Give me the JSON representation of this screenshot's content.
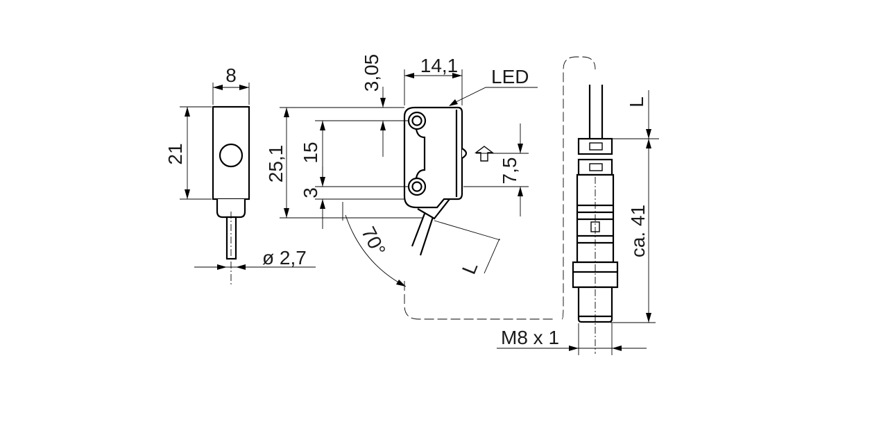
{
  "labels": {
    "width_side": "8",
    "height_side": "21",
    "cable_diameter": "ø  2,7",
    "hole_offset_top": "3,05",
    "body_width": "14,1",
    "led": "LED",
    "body_height": "25,1",
    "hole_spacing": "15",
    "hole_offset_bottom": "3",
    "beam_offset": "7,5",
    "cable_angle": "70°",
    "cable_length_front": "L",
    "cable_length_right": "L",
    "connector_length": "ca.  41",
    "connector_thread": "M8 x 1"
  }
}
